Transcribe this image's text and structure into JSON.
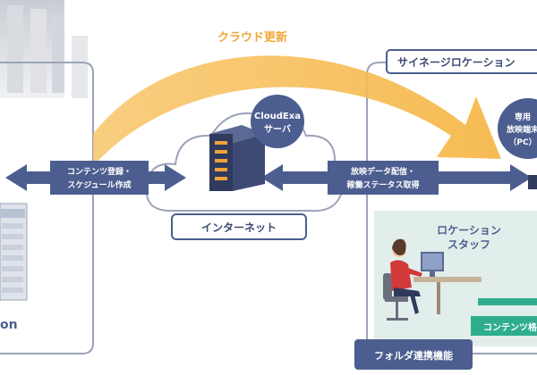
{
  "labels": {
    "cloud_update": "クラウド更新",
    "signage_location": "サイネージロケーション",
    "left_arrow_line1": "コンテンツ登録・",
    "left_arrow_line2": "スケジュール作成",
    "server_name_line1": "CloudExa",
    "server_name_line2": "サーバ",
    "right_arrow_line1": "放映データ配信・",
    "right_arrow_line2": "稼働ステータス取得",
    "internet": "インターネット",
    "pc_line1": "専用",
    "pc_line2": "放映端末",
    "pc_line3": "（PC）",
    "staff_line1": "ロケーション",
    "staff_line2": "スタッフ",
    "content_storage": "コンテンツ格",
    "folder_link": "フォルダ連携機能",
    "left_partial": "on"
  },
  "colors": {
    "blue_accent": "#4c5e8f",
    "panel_gray": "#9aa3b8",
    "orange_arrow": "#f6c25e",
    "orange_text": "#f2a83a",
    "green_label": "#2fae8e",
    "teal_bg": "#e2eeeb"
  }
}
